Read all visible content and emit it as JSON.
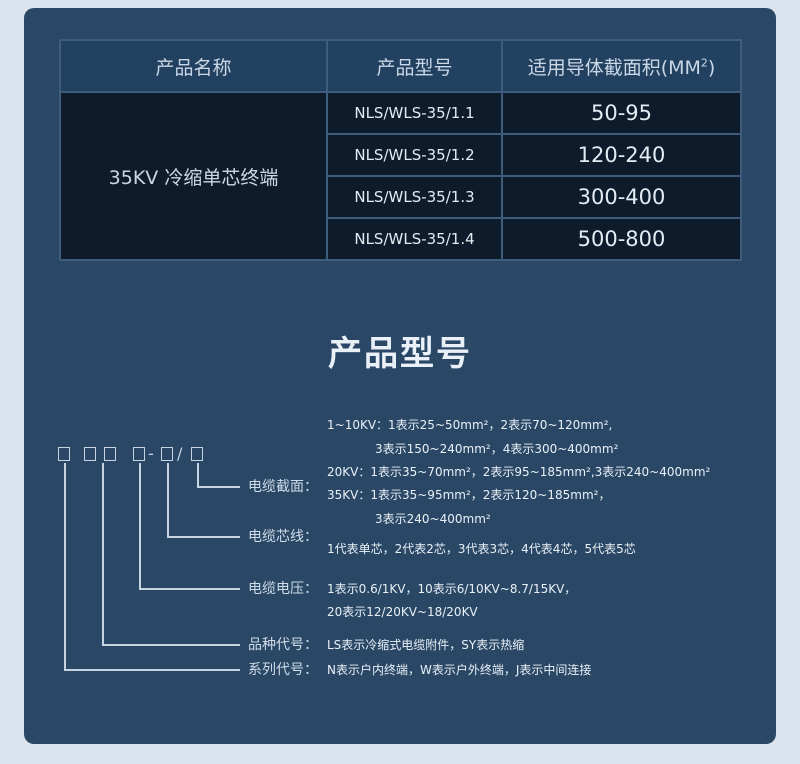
{
  "table": {
    "headers": [
      "产品名称",
      "产品型号",
      "适用导体截面积(MM",
      "2",
      ")"
    ],
    "product_name": "35KV 冷缩单芯终端",
    "rows": [
      {
        "model": "NLS/WLS-35/1.1",
        "area": "50-95"
      },
      {
        "model": "NLS/WLS-35/1.2",
        "area": "120-240"
      },
      {
        "model": "NLS/WLS-35/1.3",
        "area": "300-400"
      },
      {
        "model": "NLS/WLS-35/1.4",
        "area": "500-800"
      }
    ]
  },
  "section_title": "产品型号",
  "diagram": {
    "code_separators": [
      "-",
      "/"
    ],
    "labels": {
      "cross_section": "电缆截面：",
      "cores": "电缆芯线：",
      "voltage": "电缆电压：",
      "variety": "品种代号：",
      "series": "系列代号："
    },
    "descriptions": {
      "cs_line1": "1~10KV：1表示25~50mm²，2表示70~120mm²,",
      "cs_line2": "3表示150~240mm²，4表示300~400mm²",
      "cs_line3": "20KV：1表示35~70mm²，2表示95~185mm²,3表示240~400mm²",
      "cs_line4": "35KV：1表示35~95mm²，2表示120~185mm²，",
      "cs_line5": "3表示240~400mm²",
      "cores": "1代表单芯，2代表2芯，3代表3芯，4代表4芯，5代表5芯",
      "voltage_line1": "1表示0.6/1KV，10表示6/10KV~8.7/15KV，",
      "voltage_line2": "20表示12/20KV~18/20KV",
      "variety": "LS表示冷缩式电缆附件，SY表示热缩",
      "series": "N表示户内终端，W表示户外终端，J表示中间连接"
    }
  },
  "colors": {
    "page_bg": "#dbe4ee",
    "panel_bg": "#2a4866",
    "table_header_bg": "#22405f",
    "table_body_bg": "#0e1b2b",
    "text_light": "#e9f0f7"
  }
}
